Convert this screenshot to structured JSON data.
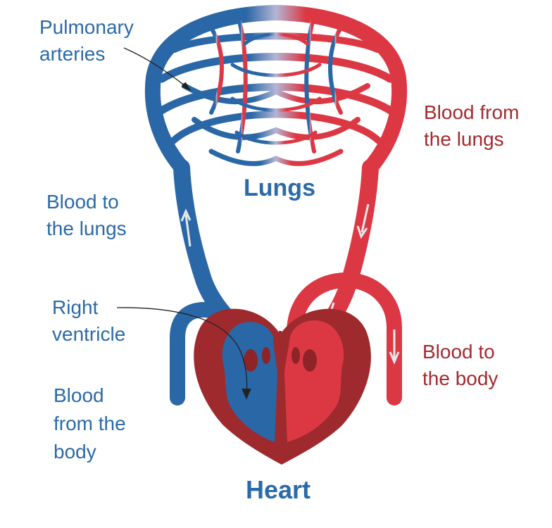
{
  "colors": {
    "deoxygenated": "#2a67a6",
    "oxygenated": "#dc3844",
    "heart_dark": "#9e2a2e",
    "label_blue": "#2a6aa8",
    "label_red": "#a42a2e"
  },
  "labels": {
    "pulmonary_arteries": [
      "Pulmonary",
      "arteries"
    ],
    "blood_from_lungs": [
      "Blood from",
      "the lungs"
    ],
    "lungs": "Lungs",
    "blood_to_lungs": [
      "Blood to",
      "the lungs"
    ],
    "right_ventricle": [
      "Right",
      "ventricle"
    ],
    "blood_to_body": [
      "Blood to",
      "the body"
    ],
    "blood_from_body": [
      "Blood",
      "from the",
      "body"
    ],
    "heart": "Heart"
  }
}
